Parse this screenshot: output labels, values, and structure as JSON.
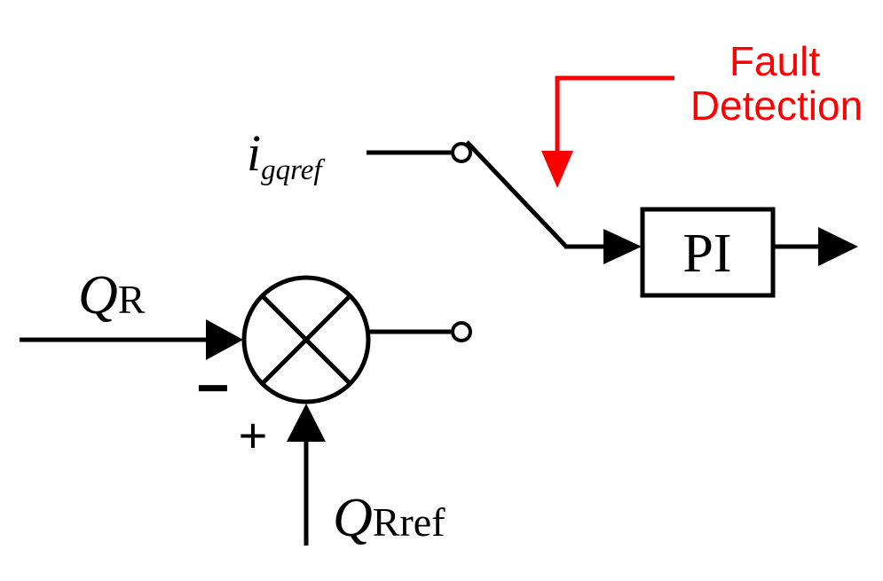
{
  "diagram": {
    "fault_label_line1": "Fault",
    "fault_label_line2": "Detection",
    "fault_color": "#ff0000",
    "igqref_main": "i",
    "igqref_sub": "gqref",
    "qr_main": "Q",
    "qr_sub": "R",
    "qrref_main": "Q",
    "qrref_sub": "Rref",
    "minus_sign": "−",
    "plus_sign": "+",
    "pi_label": "PI",
    "icons": [
      "summing-junction-icon",
      "switch-icon",
      "arrowhead-icon",
      "terminal-icon"
    ]
  }
}
